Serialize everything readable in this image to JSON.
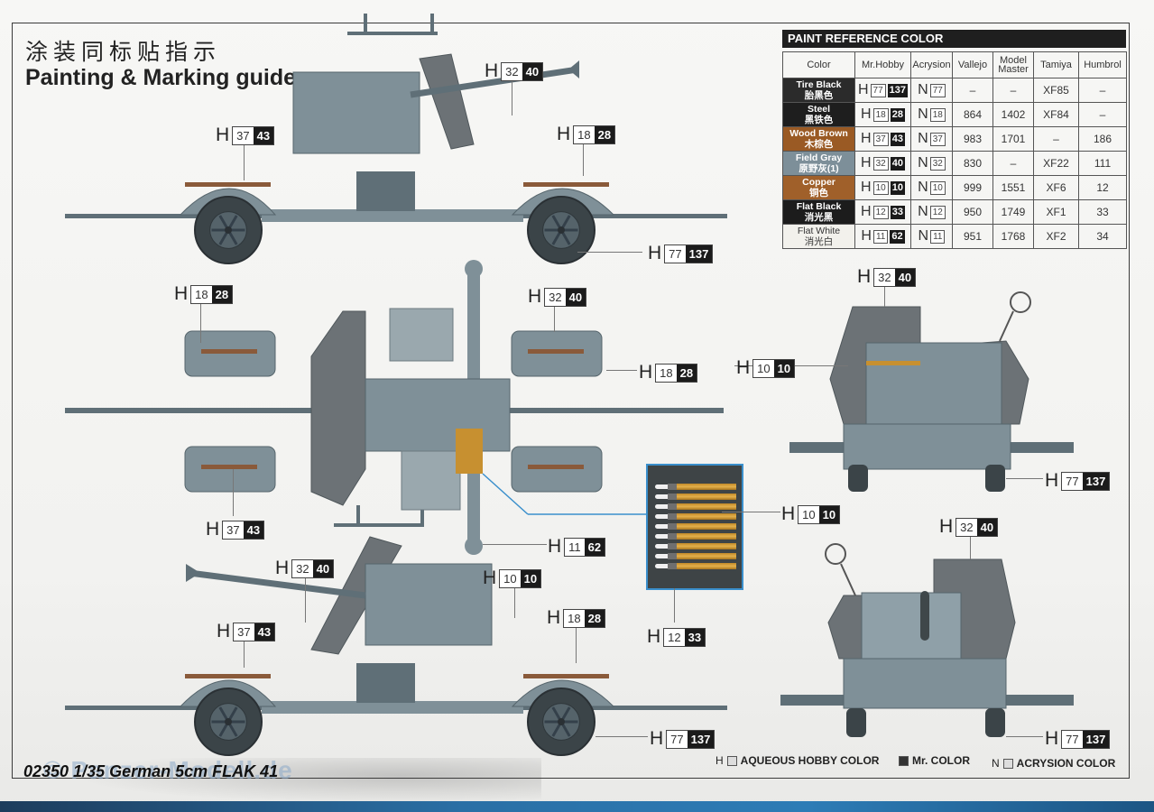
{
  "document": {
    "title_cn": "涂装同标贴指示",
    "title_en": "Painting & Marking guide",
    "footer": "02350 1/35 German 5cm FLAK 41",
    "watermark": "© Panzer-Modell.de"
  },
  "paint_table": {
    "title": "PAINT  REFERENCE COLOR",
    "columns": [
      "Color",
      "Mr.Hobby",
      "Acrysion",
      "Vallejo",
      "Model Master",
      "Tamiya",
      "Humbrol"
    ],
    "rows": [
      {
        "name": "Tire Black",
        "name_cn": "胎黑色",
        "swatch": "#2b2b2b",
        "light": false,
        "hobby_h": "77",
        "hobby_c": "137",
        "acrysion": "77",
        "vallejo": "–",
        "model_master": "–",
        "tamiya": "XF85",
        "humbrol": "–"
      },
      {
        "name": "Steel",
        "name_cn": "黑铁色",
        "swatch": "#1e1e1e",
        "light": false,
        "hobby_h": "18",
        "hobby_c": "28",
        "acrysion": "18",
        "vallejo": "864",
        "model_master": "1402",
        "tamiya": "XF84",
        "humbrol": "–"
      },
      {
        "name": "Wood Brown",
        "name_cn": "木棕色",
        "swatch": "#9a5a24",
        "light": false,
        "hobby_h": "37",
        "hobby_c": "43",
        "acrysion": "37",
        "vallejo": "983",
        "model_master": "1701",
        "tamiya": "–",
        "humbrol": "186"
      },
      {
        "name": "Field Gray",
        "name_cn": "原野灰(1)",
        "swatch": "#7d8f99",
        "light": false,
        "hobby_h": "32",
        "hobby_c": "40",
        "acrysion": "32",
        "vallejo": "830",
        "model_master": "–",
        "tamiya": "XF22",
        "humbrol": "111"
      },
      {
        "name": "Copper",
        "name_cn": "铜色",
        "swatch": "#a0602a",
        "light": false,
        "hobby_h": "10",
        "hobby_c": "10",
        "acrysion": "10",
        "vallejo": "999",
        "model_master": "1551",
        "tamiya": "XF6",
        "humbrol": "12"
      },
      {
        "name": "Flat Black",
        "name_cn": "消光黑",
        "swatch": "#1c1c1c",
        "light": false,
        "hobby_h": "12",
        "hobby_c": "33",
        "acrysion": "12",
        "vallejo": "950",
        "model_master": "1749",
        "tamiya": "XF1",
        "humbrol": "33"
      },
      {
        "name": "Flat White",
        "name_cn": "消光白",
        "swatch": "#f2f1ec",
        "light": true,
        "hobby_h": "11",
        "hobby_c": "62",
        "acrysion": "11",
        "vallejo": "951",
        "model_master": "1768",
        "tamiya": "XF2",
        "humbrol": "34"
      }
    ],
    "prefix_h": "H",
    "prefix_n": "N"
  },
  "callouts": [
    {
      "view": "side-top",
      "h": "32",
      "c": "40"
    },
    {
      "view": "side-top",
      "h": "37",
      "c": "43"
    },
    {
      "view": "side-top",
      "h": "18",
      "c": "28"
    },
    {
      "view": "side-top",
      "h": "77",
      "c": "137"
    },
    {
      "view": "plan",
      "h": "18",
      "c": "28"
    },
    {
      "view": "plan",
      "h": "32",
      "c": "40"
    },
    {
      "view": "plan",
      "h": "18",
      "c": "28"
    },
    {
      "view": "plan",
      "h": "37",
      "c": "43"
    },
    {
      "view": "plan",
      "h": "11",
      "c": "62"
    },
    {
      "view": "inset",
      "h": "10",
      "c": "10"
    },
    {
      "view": "inset",
      "h": "12",
      "c": "33"
    },
    {
      "view": "side-bottom",
      "h": "32",
      "c": "40"
    },
    {
      "view": "side-bottom",
      "h": "10",
      "c": "10"
    },
    {
      "view": "side-bottom",
      "h": "37",
      "c": "43"
    },
    {
      "view": "side-bottom",
      "h": "18",
      "c": "28"
    },
    {
      "view": "side-bottom",
      "h": "77",
      "c": "137"
    },
    {
      "view": "rear",
      "h": "32",
      "c": "40"
    },
    {
      "view": "rear",
      "h": "10",
      "c": "10"
    },
    {
      "view": "rear",
      "h": "77",
      "c": "137"
    },
    {
      "view": "front",
      "h": "32",
      "c": "40"
    },
    {
      "view": "front",
      "h": "77",
      "c": "137"
    }
  ],
  "legend": {
    "aqueous_prefix": "H",
    "aqueous": "AQUEOUS HOBBY COLOR",
    "mr_color": "Mr. COLOR",
    "acrysion_prefix": "N",
    "acrysion": "ACRYSION COLOR"
  },
  "colors": {
    "field_gray": "#7f9098",
    "field_gray_dark": "#5f6f77",
    "tire": "#3b4448",
    "shield": "#6c7276",
    "copper": "#c79030",
    "inset_border": "#3a8fcc"
  }
}
